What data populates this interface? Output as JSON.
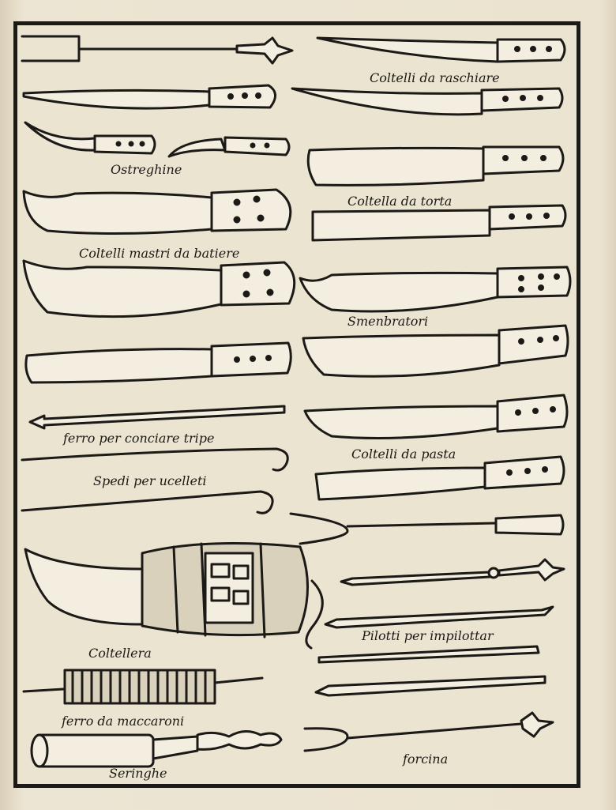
{
  "labels": {
    "coltelli_da_raschiare": "Coltelli da raschiare",
    "ostreghine": "Ostreghine",
    "coltella_da_torta": "Coltella da torta",
    "coltelli_maestri_da_battere": "Coltelli mastri da batiere",
    "smenbratori": "Smenbratori",
    "ferro_per_conciare_tripe": "ferro per conciare tripe",
    "coltelli_da_pasta": "Coltelli da pasta",
    "spedi_per_uccelli": "Spedi per ucelleti",
    "coltellera": "Coltellera",
    "pilotti_per_impilottar": "Pilotti per impilottar",
    "ferro_da_maccaroni": "ferro da maccaroni",
    "forcina": "forcina",
    "seringhe": "Seringhe"
  },
  "colors": {
    "ink": "#1c1a17",
    "paper": "#ebe4d1",
    "blade": "#f3eee0"
  }
}
